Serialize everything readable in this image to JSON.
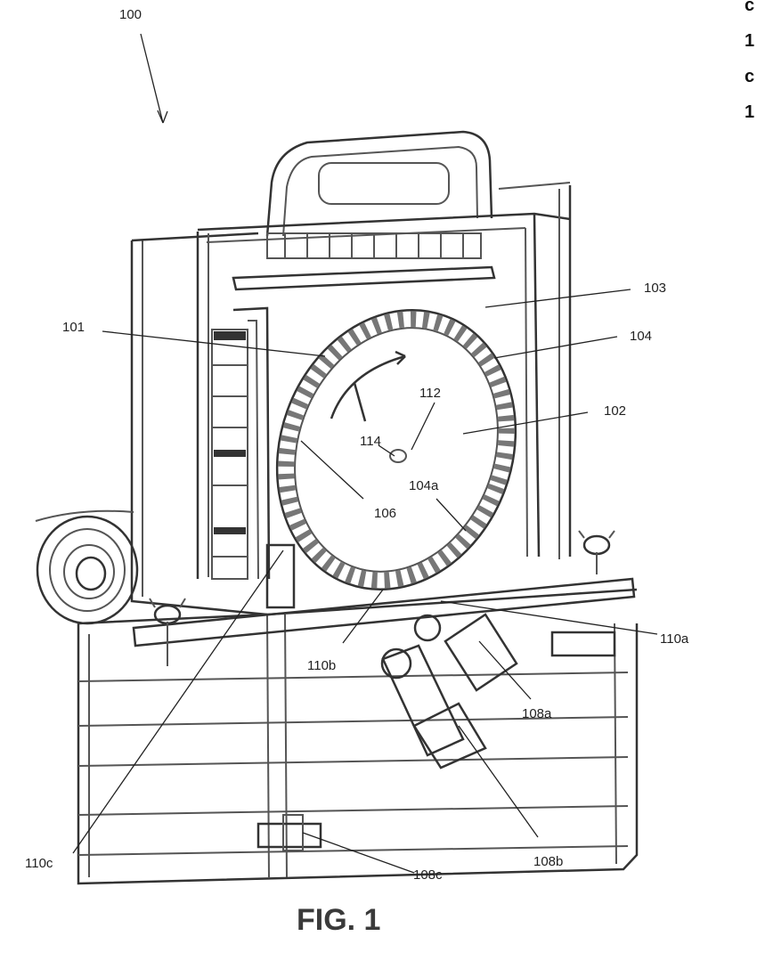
{
  "figure": {
    "caption": "FIG. 1",
    "reference_numerals": {
      "r100": "100",
      "r101": "101",
      "r102": "102",
      "r103": "103",
      "r104": "104",
      "r104a": "104a",
      "r106": "106",
      "r108a": "108a",
      "r108b": "108b",
      "r108c": "108c",
      "r110a": "110a",
      "r110b": "110b",
      "r110c": "110c",
      "r112": "112",
      "r114": "114"
    },
    "cropped_edge_text": [
      "c",
      "1",
      "c",
      "1"
    ]
  }
}
